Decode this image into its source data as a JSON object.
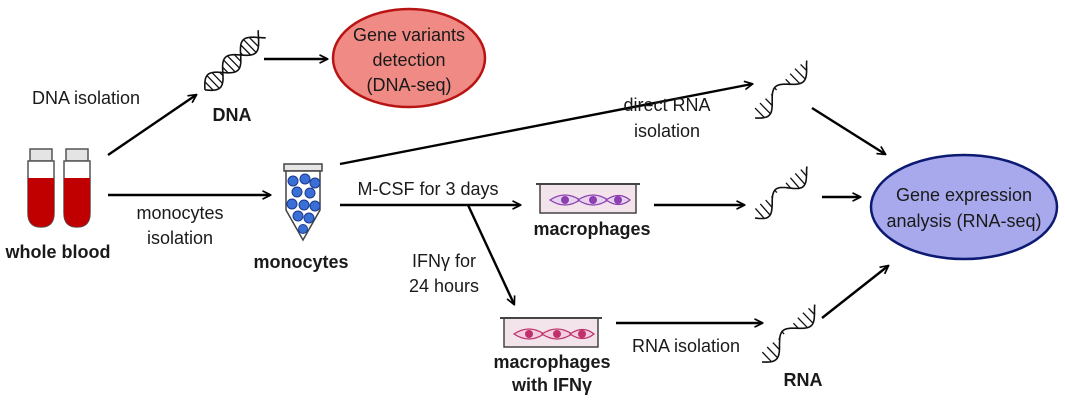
{
  "labels": {
    "dna_isolation": "DNA isolation",
    "dna": "DNA",
    "whole_blood": "whole blood",
    "monocytes_isolation_1": "monocytes",
    "monocytes_isolation_2": "isolation",
    "monocytes": "monocytes",
    "direct_rna_1": "direct RNA",
    "direct_rna_2": "isolation",
    "mcsf": "M-CSF for 3 days",
    "macrophages": "macrophages",
    "ifng_1": "IFNγ for",
    "ifng_2": "24 hours",
    "macrophages_ifng_1": "macrophages",
    "macrophages_ifng_2": "with IFNγ",
    "rna_isolation": "RNA isolation",
    "rna": "RNA"
  },
  "nodes": {
    "gene_variants": {
      "line1": "Gene variants",
      "line2": "detection",
      "line3": "(DNA-seq)",
      "fill": "#f08a84",
      "stroke": "#b81414"
    },
    "gene_expression": {
      "line1": "Gene expression",
      "line2": "analysis (RNA-seq)",
      "fill": "#a8a8ec",
      "stroke": "#0c1a72"
    }
  },
  "colors": {
    "blood": "#c00000",
    "monocyte_cell": "#3a6fd8",
    "macrophage_cell": "#8b3fb0",
    "macrophage_ifng_cell": "#c0306a",
    "dish_fill": "#f3e4ec"
  }
}
